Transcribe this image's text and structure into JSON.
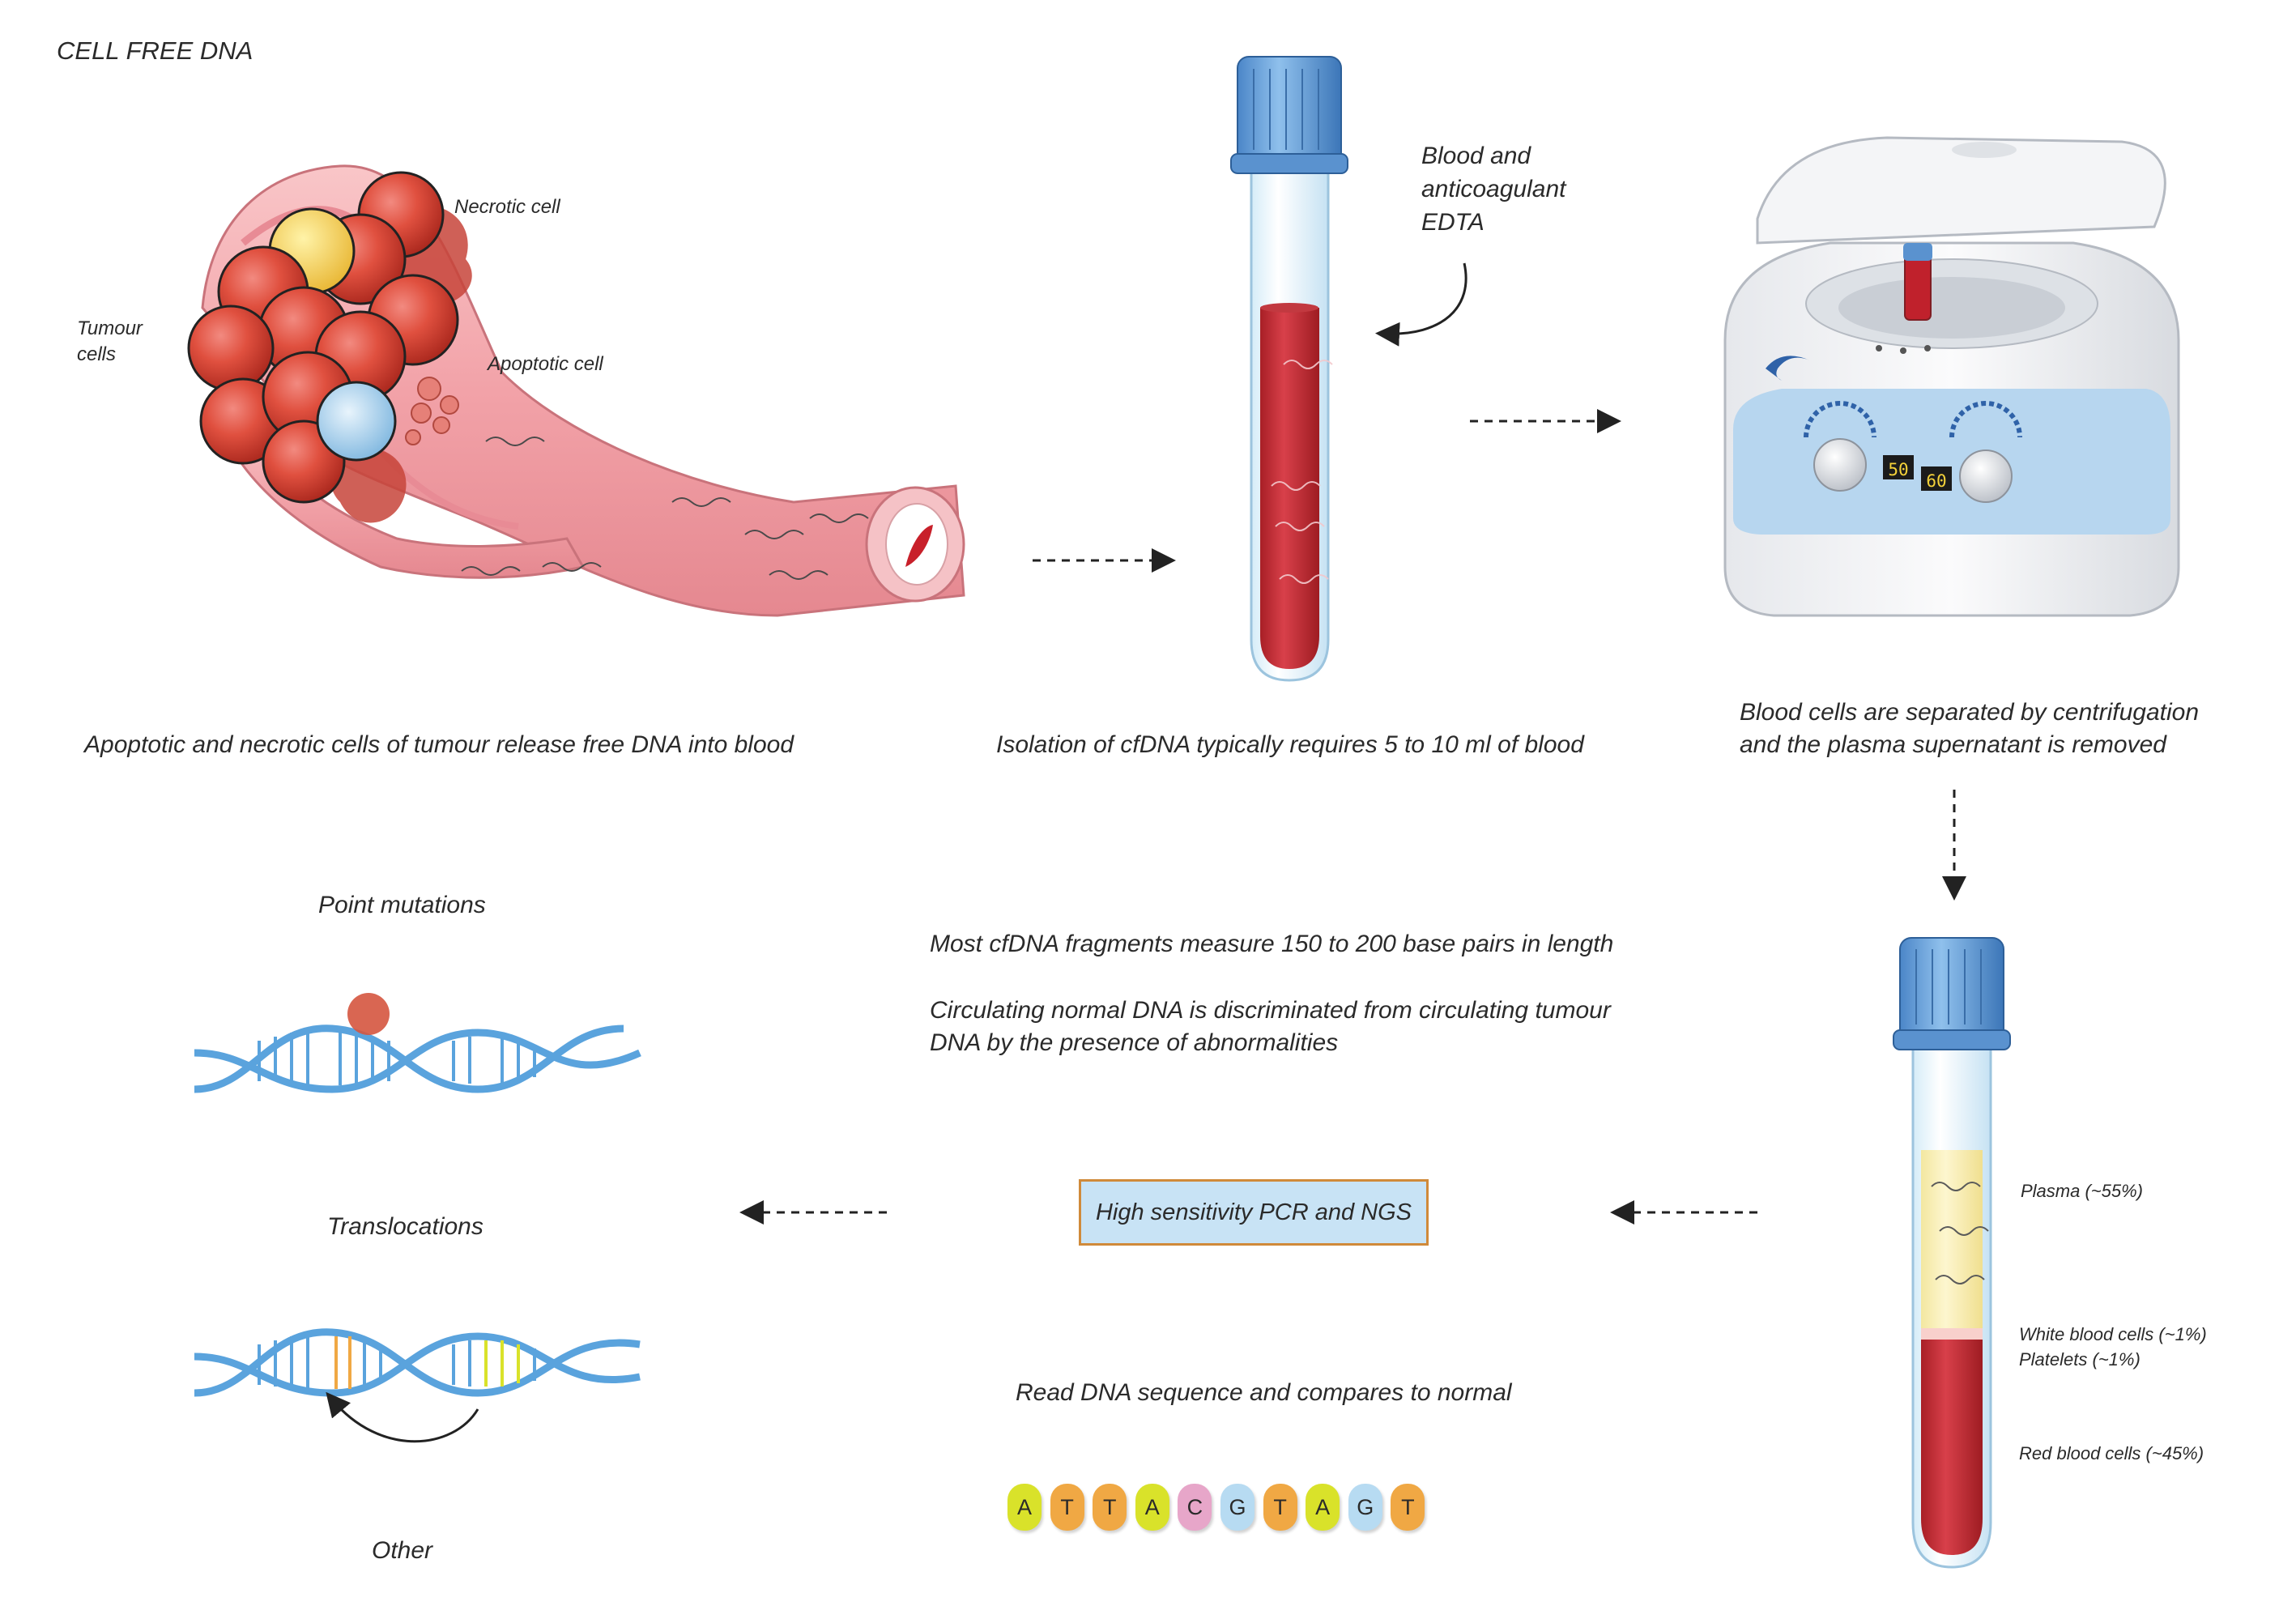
{
  "title": "CELL FREE DNA",
  "step1": {
    "caption": "Apoptotic and necrotic cells of tumour release free DNA into blood",
    "labels": {
      "necrotic": "Necrotic cell",
      "tumour_line1": "Tumour",
      "tumour_line2": "cells",
      "apoptotic": "Apoptotic cell"
    }
  },
  "step2": {
    "caption": "Isolation of cfDNA typically requires 5 to 10 ml of blood",
    "note_line1": "Blood and",
    "note_line2": "anticoagulant",
    "note_line3": "EDTA"
  },
  "step3": {
    "caption_line1": "Blood cells are separated by centrifugation",
    "caption_line2": "and the plasma supernatant is removed",
    "display_left": "50",
    "display_right": "60"
  },
  "step4": {
    "layers": {
      "plasma": "Plasma (~55%)",
      "white": "White blood cells (~1%)",
      "platelets": "Platelets (~1%)",
      "red": "Red blood cells (~45%)"
    }
  },
  "info": {
    "line1": "Most cfDNA fragments measure 150 to 200 base pairs in length",
    "line2": "Circulating normal DNA is discriminated from circulating tumour",
    "line3": "DNA by the presence of abnormalities"
  },
  "method": {
    "box": "High sensitivity PCR and NGS",
    "read": "Read DNA sequence and compares to normal",
    "bases": [
      {
        "letter": "A",
        "color": "#d9e22a"
      },
      {
        "letter": "T",
        "color": "#f0a844"
      },
      {
        "letter": "T",
        "color": "#f0a844"
      },
      {
        "letter": "A",
        "color": "#d9e22a"
      },
      {
        "letter": "C",
        "color": "#e7a6c9"
      },
      {
        "letter": "G",
        "color": "#b7dbf2"
      },
      {
        "letter": "T",
        "color": "#f0a844"
      },
      {
        "letter": "A",
        "color": "#d9e22a"
      },
      {
        "letter": "G",
        "color": "#b7dbf2"
      },
      {
        "letter": "T",
        "color": "#f0a844"
      }
    ]
  },
  "abnormalities": {
    "point": "Point mutations",
    "translocation": "Translocations",
    "other": "Other"
  }
}
